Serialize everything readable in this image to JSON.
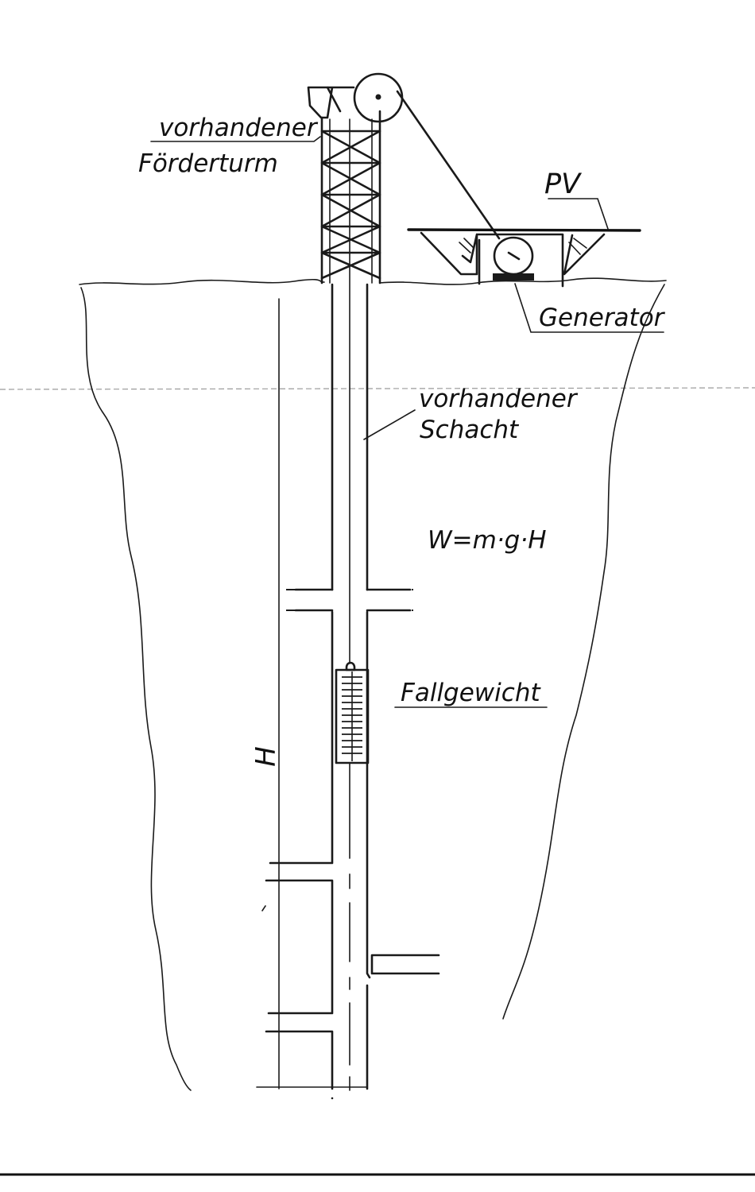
{
  "labels": {
    "tower": [
      "vorhandener",
      "Förderturm"
    ],
    "pv": "PV",
    "generator": "Generator",
    "shaft": [
      "vorhandener",
      "Schacht"
    ],
    "formula": "W=m·g·H",
    "weight": "Fallgewicht",
    "height": "H"
  },
  "colors": {
    "ink": "#1a1a1a",
    "paper": "#ffffff"
  }
}
